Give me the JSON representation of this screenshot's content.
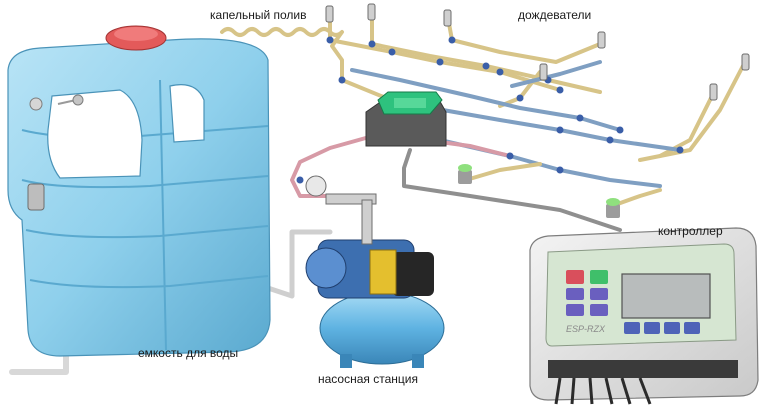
{
  "labels": {
    "drip": "капельный полив",
    "sprinklers": "дождеватели",
    "controller": "контроллер",
    "tank": "емкость для воды",
    "pump": "насосная станция"
  },
  "controller_panel": {
    "brand": "ESP-RZX"
  },
  "colors": {
    "tank": "#8fd0ec",
    "tank_dark": "#5aa9cf",
    "pipe_blue": "#7f9fc2",
    "pipe_pink": "#d79aa6",
    "pipe_yellow": "#d7c488",
    "pipe_grey": "#9a9a9a",
    "lid": "#e35a5a",
    "valve_box": "#2ec27e",
    "pump_body": "#6ab9e6",
    "controller_body": "#e8e8e8"
  }
}
